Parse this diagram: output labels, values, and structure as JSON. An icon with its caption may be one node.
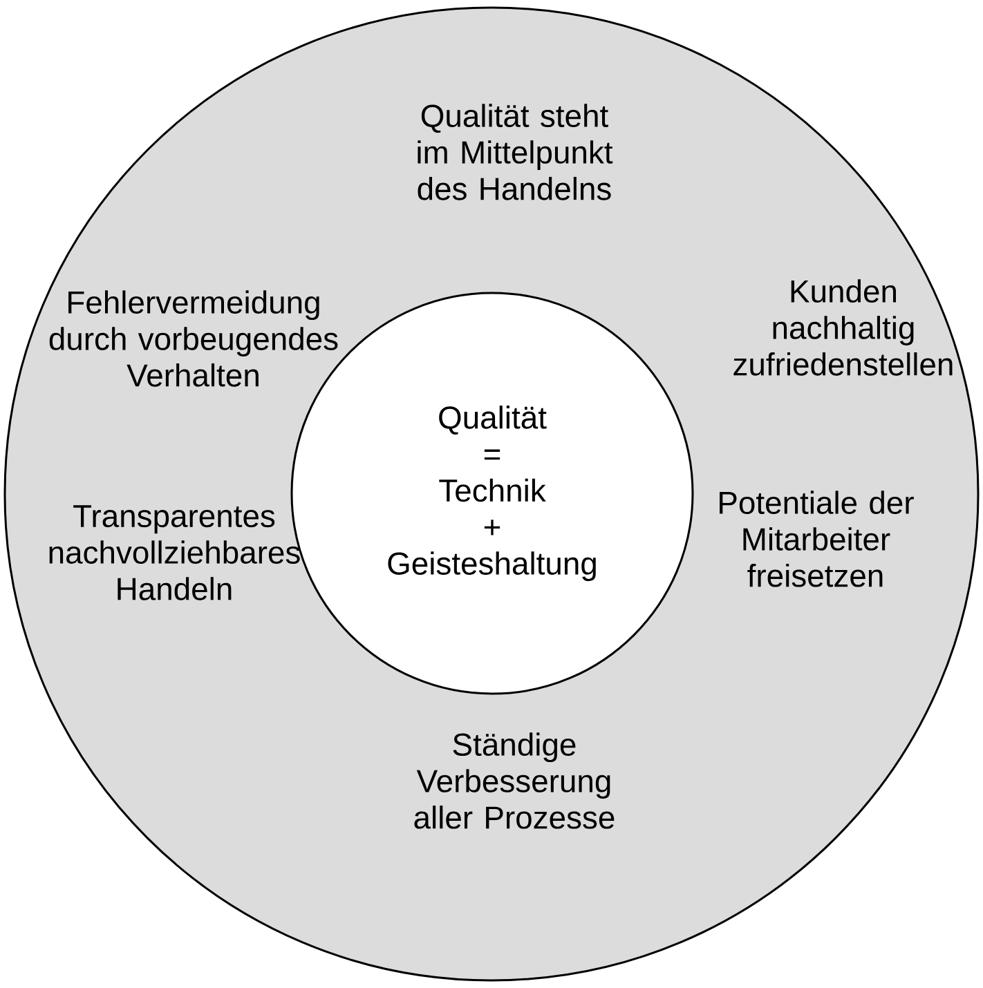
{
  "diagram": {
    "nodes": [
      {
        "text": [
          "Qualität steht im Mittelpunkt des Handelns",
          "Fehlervermeidung durch vorbeugendes Verhalten",
          "Kunden nachhaltig zufriedenstellen",
          "Transparentes nachvollziehbares Handeln",
          "Potentiale der Mitarbeiter freisetzen",
          "Ständige Verbesserung aller Prozesse"
        ]
      },
      {
        "text": [
          "Qualität = Technik + Geisteshaltung"
        ],
        "in": 0
      }
    ]
  }
}
